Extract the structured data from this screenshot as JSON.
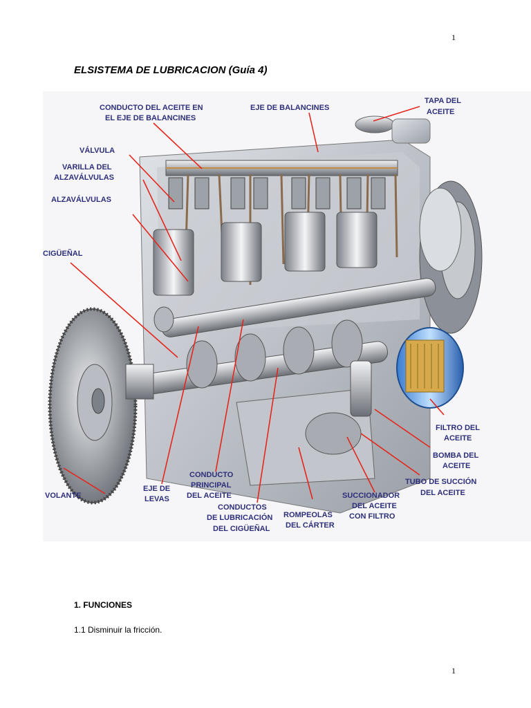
{
  "page_number_top": "1",
  "page_number_bottom": "1",
  "title": "ELSISTEMA DE LUBRICACION (Guía 4)",
  "figure": {
    "labels": {
      "conducto_aceite_l1": "CONDUCTO DEL ACEITE EN",
      "conducto_aceite_l2": "EL EJE DE BALANCINES",
      "eje_balancines": "EJE DE BALANCINES",
      "tapa_l1": "TAPA DEL",
      "tapa_l2": "ACEITE",
      "valvula": "VÁLVULA",
      "varilla_l1": "VARILLA DEL",
      "varilla_l2": "ALZAVÁLVULAS",
      "alzavalvulas": "ALZAVÁLVULAS",
      "ciguenal": "CIGÜEÑAL",
      "filtro_l1": "FILTRO DEL",
      "filtro_l2": "ACEITE",
      "bomba_l1": "BOMBA DEL",
      "bomba_l2": "ACEITE",
      "tubo_l1": "TUBO DE SUCCIÓN",
      "tubo_l2": "DEL ACEITE",
      "volante": "VOLANTE",
      "eje_levas_l1": "EJE DE",
      "eje_levas_l2": "LEVAS",
      "conducto_principal_l1": "CONDUCTO",
      "conducto_principal_l2": "PRINCIPAL",
      "conducto_principal_l3": "DEL ACEITE",
      "conductos_lub_l1": "CONDUCTOS",
      "conductos_lub_l2": "DE LUBRICACIÓN",
      "conductos_lub_l3": "DEL CIGÜEÑAL",
      "rompeolas_l1": "ROMPEOLAS",
      "rompeolas_l2": "DEL CÁRTER",
      "succionador_l1": "SUCCIONADOR",
      "succionador_l2": "DEL ACEITE",
      "succionador_l3": "CON FILTRO"
    }
  },
  "section_heading": "1.   FUNCIONES",
  "item_1_1": "1.1 Disminuir la fricción.",
  "colors": {
    "label": "#2d2f7a",
    "leader": "#e4261c",
    "metal_light": "#e4e6ea",
    "metal_dark": "#6e7279"
  }
}
